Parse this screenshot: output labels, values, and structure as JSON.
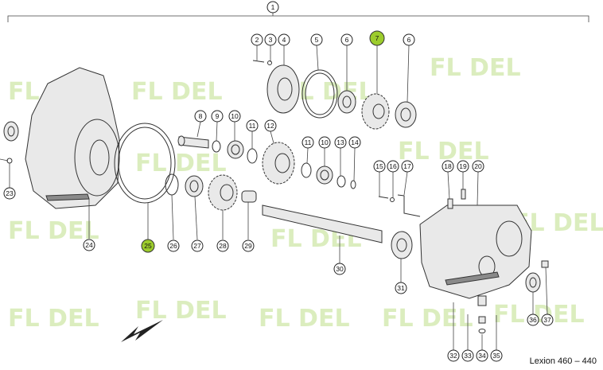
{
  "diagram": {
    "caption": "Lexion 460 – 440",
    "watermark": "FL DEL",
    "highlight_color": "#9ccc2c",
    "callouts": [
      {
        "id": "c1",
        "label": "1"
      },
      {
        "id": "c2",
        "label": "2"
      },
      {
        "id": "c3",
        "label": "3"
      },
      {
        "id": "c4",
        "label": "4"
      },
      {
        "id": "c5",
        "label": "5"
      },
      {
        "id": "c6a",
        "label": "6"
      },
      {
        "id": "c7",
        "label": "7",
        "highlighted": true
      },
      {
        "id": "c6b",
        "label": "6"
      },
      {
        "id": "c8",
        "label": "8"
      },
      {
        "id": "c9",
        "label": "9"
      },
      {
        "id": "c10a",
        "label": "10"
      },
      {
        "id": "c11a",
        "label": "11"
      },
      {
        "id": "c12",
        "label": "12"
      },
      {
        "id": "c11b",
        "label": "11"
      },
      {
        "id": "c10b",
        "label": "10"
      },
      {
        "id": "c13",
        "label": "13"
      },
      {
        "id": "c14",
        "label": "14"
      },
      {
        "id": "c15",
        "label": "15"
      },
      {
        "id": "c16",
        "label": "16"
      },
      {
        "id": "c17",
        "label": "17"
      },
      {
        "id": "c18",
        "label": "18"
      },
      {
        "id": "c19",
        "label": "19"
      },
      {
        "id": "c20",
        "label": "20"
      },
      {
        "id": "c23",
        "label": "23"
      },
      {
        "id": "c24",
        "label": "24"
      },
      {
        "id": "c25",
        "label": "25"
      },
      {
        "id": "c26",
        "label": "26"
      },
      {
        "id": "c27",
        "label": "27"
      },
      {
        "id": "c28",
        "label": "28"
      },
      {
        "id": "c29",
        "label": "29"
      },
      {
        "id": "c30",
        "label": "30"
      },
      {
        "id": "c31",
        "label": "31"
      },
      {
        "id": "c32",
        "label": "32"
      },
      {
        "id": "c33",
        "label": "33"
      },
      {
        "id": "c34",
        "label": "34"
      },
      {
        "id": "c35",
        "label": "35"
      },
      {
        "id": "c36",
        "label": "36"
      },
      {
        "id": "c37",
        "label": "37"
      }
    ]
  }
}
